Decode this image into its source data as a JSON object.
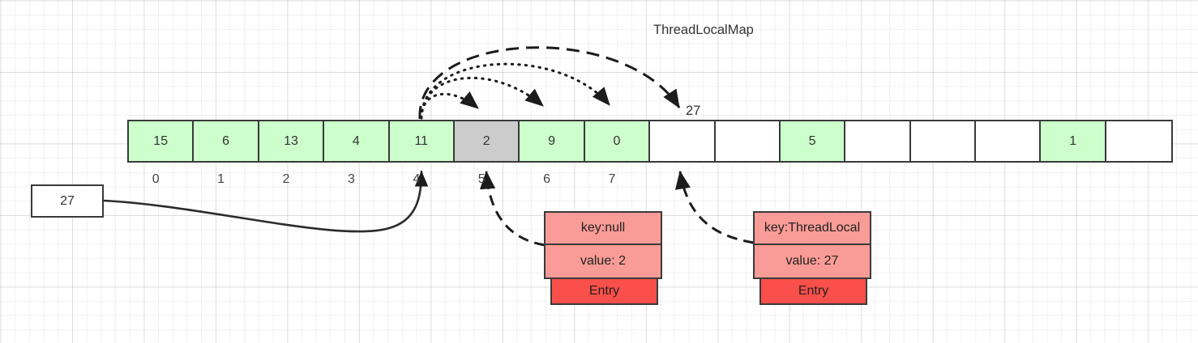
{
  "title": "ThreadLocalMap",
  "colors": {
    "green_cell": "#ccffcc",
    "gray_cell": "#cccccc",
    "white_cell": "#ffffff",
    "entry_body": "#f99b96",
    "entry_tab": "#fa4f4a",
    "stroke": "#3a3a3a",
    "text": "#333333"
  },
  "array": {
    "cells": [
      {
        "value": "15",
        "fill": "green"
      },
      {
        "value": "6",
        "fill": "green"
      },
      {
        "value": "13",
        "fill": "green"
      },
      {
        "value": "4",
        "fill": "green"
      },
      {
        "value": "11",
        "fill": "green"
      },
      {
        "value": "2",
        "fill": "gray"
      },
      {
        "value": "9",
        "fill": "green"
      },
      {
        "value": "0",
        "fill": "green"
      },
      {
        "value": "",
        "fill": "white"
      },
      {
        "value": "",
        "fill": "white"
      },
      {
        "value": "5",
        "fill": "green"
      },
      {
        "value": "",
        "fill": "white"
      },
      {
        "value": "",
        "fill": "white"
      },
      {
        "value": "",
        "fill": "white"
      },
      {
        "value": "1",
        "fill": "green"
      },
      {
        "value": "",
        "fill": "white"
      }
    ],
    "index_labels": [
      "0",
      "1",
      "2",
      "3",
      "4",
      "5",
      "6",
      "7"
    ]
  },
  "hash_box": {
    "value": "27"
  },
  "top_arrow_label": {
    "value": "27"
  },
  "entries": [
    {
      "key_label": "key:null",
      "value_label": "value: 2",
      "tab_label": "Entry"
    },
    {
      "key_label": "key:ThreadLocal",
      "value_label": "value: 27",
      "tab_label": "Entry"
    }
  ]
}
